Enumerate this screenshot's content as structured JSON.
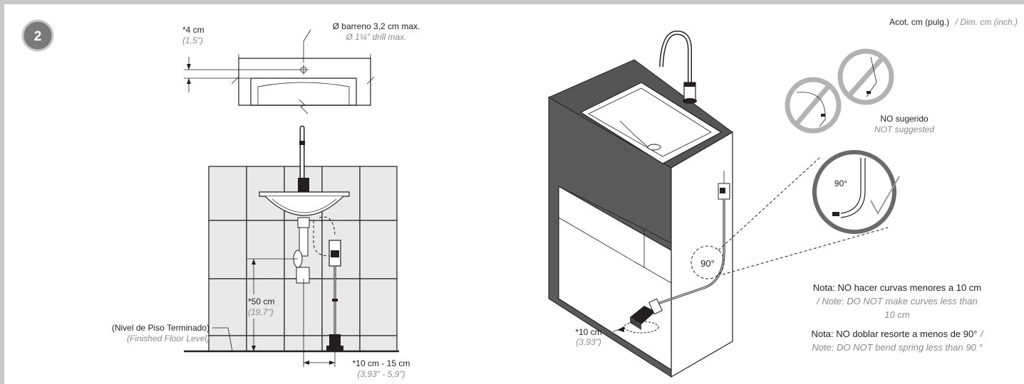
{
  "step": {
    "number": "2"
  },
  "header_right": {
    "es": "Acot. cm (pulg.)",
    "en": "/ Dim. cm (inch.)"
  },
  "top_view": {
    "setback_es": "*4 cm",
    "setback_en": "(1,5\")",
    "hole_es": "Ø barreno 3,2 cm max.",
    "hole_en": "Ø 1¼\" drill max."
  },
  "front_view": {
    "height_es": "*50 cm",
    "height_en": "(19,7\")",
    "floor_es": "(Nivel de Piso Terminado)",
    "floor_en": "(Finished Floor Level)",
    "offset_es": "*10 cm - 15 cm",
    "offset_en": "(3,93\" - 5,9\")"
  },
  "iso_view": {
    "angle_label": "90°",
    "detail_angle_label": "90°",
    "sensor_dist_es": "*10 cm",
    "sensor_dist_en": "(3,93\")"
  },
  "not_suggested": {
    "es": "NO sugerido",
    "en": "NOT suggested"
  },
  "notes": {
    "note1_es": "Nota: NO hacer curvas menores a 10 cm",
    "note1_en_line1": "/ Note: DO NOT make curves less than",
    "note1_en_line2": "10 cm",
    "note2_es": "Nota: NO doblar resorte a menos de 90°",
    "note2_slash": " /",
    "note2_en": "Note: DO NOT bend spring less than 90 °"
  },
  "colors": {
    "frame": "#c8c8c8",
    "step_badge": "#7a7a7a",
    "ink": "#231f20",
    "secondary_text": "#8a8a8a",
    "forbidden_sign": "#b3b3b3",
    "tile_fill": "#e9e9e9"
  }
}
